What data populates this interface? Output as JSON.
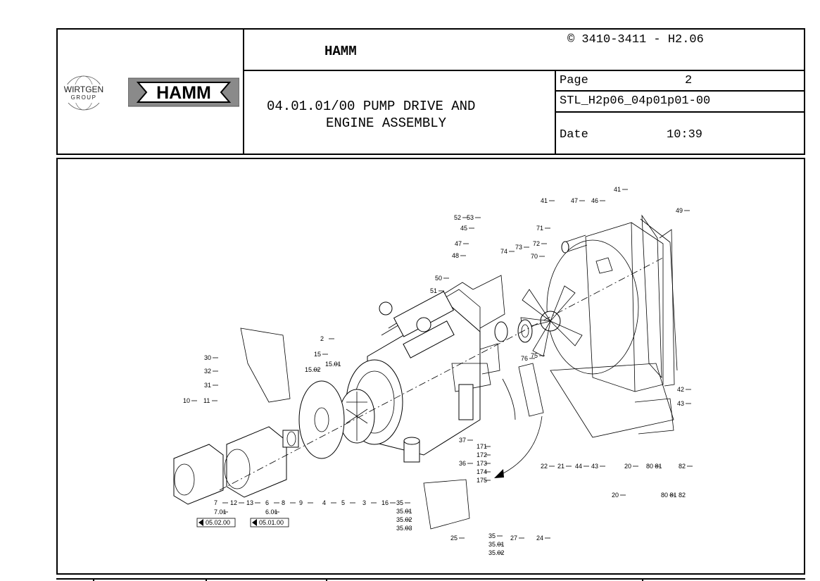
{
  "header": {
    "company_name": "HAMM",
    "copyright": "© 3410-3411 - H2.06",
    "title_line1": "04.01.01/00 PUMP DRIVE AND",
    "title_line2": "ENGINE ASSEMBLY",
    "page_label": "Page",
    "page_value": "2",
    "doc_code": "STL_H2p06_04p01p01-00",
    "date_label": "Date",
    "date_value": "10:39",
    "logo_wirtgen_top": "WIRTGEN",
    "logo_wirtgen_bottom": "GROUP",
    "logo_hamm": "HAMM"
  },
  "drawing": {
    "refs": [
      "05.02.00",
      "05.01.00"
    ],
    "labels": [
      {
        "t": "41"
      },
      {
        "t": "41"
      },
      {
        "t": "47"
      },
      {
        "t": "46"
      },
      {
        "t": "49"
      },
      {
        "t": "52"
      },
      {
        "t": "53"
      },
      {
        "t": "45"
      },
      {
        "t": "47"
      },
      {
        "t": "48"
      },
      {
        "t": "71"
      },
      {
        "t": "72"
      },
      {
        "t": "70"
      },
      {
        "t": "73"
      },
      {
        "t": "74"
      },
      {
        "t": "50"
      },
      {
        "t": "51"
      },
      {
        "t": "2"
      },
      {
        "t": "30"
      },
      {
        "t": "15"
      },
      {
        "t": "15.02"
      },
      {
        "t": "15.01"
      },
      {
        "t": "32"
      },
      {
        "t": "31"
      },
      {
        "t": "10"
      },
      {
        "t": "11"
      },
      {
        "t": "76"
      },
      {
        "t": "75"
      },
      {
        "t": "42"
      },
      {
        "t": "43"
      },
      {
        "t": "37"
      },
      {
        "t": "171"
      },
      {
        "t": "172"
      },
      {
        "t": "173"
      },
      {
        "t": "174"
      },
      {
        "t": "175"
      },
      {
        "t": "36"
      },
      {
        "t": "7"
      },
      {
        "t": "7.01"
      },
      {
        "t": "12"
      },
      {
        "t": "13"
      },
      {
        "t": "6"
      },
      {
        "t": "6.01"
      },
      {
        "t": "8"
      },
      {
        "t": "9"
      },
      {
        "t": "4"
      },
      {
        "t": "5"
      },
      {
        "t": "3"
      },
      {
        "t": "16"
      },
      {
        "t": "35"
      },
      {
        "t": "35.01"
      },
      {
        "t": "35.02"
      },
      {
        "t": "35.03"
      },
      {
        "t": "22"
      },
      {
        "t": "21"
      },
      {
        "t": "44"
      },
      {
        "t": "43"
      },
      {
        "t": "20"
      },
      {
        "t": "80 81"
      },
      {
        "t": "82"
      },
      {
        "t": "20"
      },
      {
        "t": "80 81 82"
      },
      {
        "t": "25"
      },
      {
        "t": "35"
      },
      {
        "t": "35.01"
      },
      {
        "t": "35.02"
      },
      {
        "t": "27"
      },
      {
        "t": "24"
      }
    ]
  }
}
